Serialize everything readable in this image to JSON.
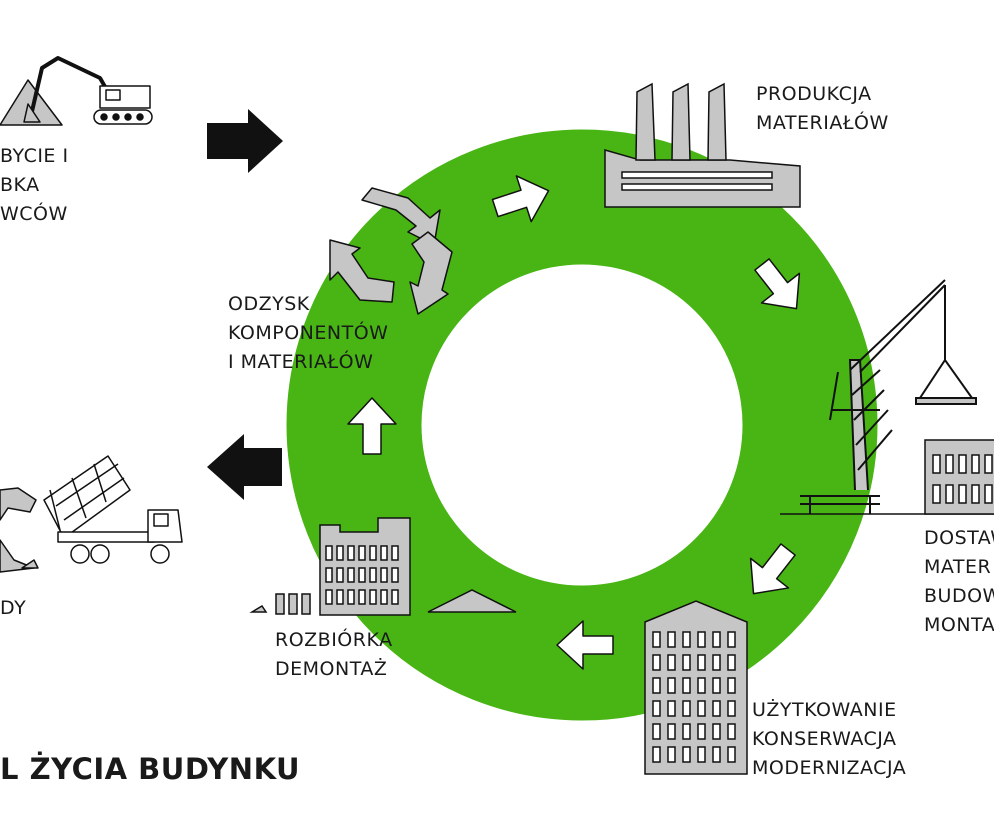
{
  "title": "L ŻYCIA BUDYNKU",
  "labels": {
    "extraction": [
      "BYCIE I",
      "BKA",
      "WCÓW"
    ],
    "production": [
      "PRODUKCJA",
      "MATERIAŁÓW"
    ],
    "recovery": [
      "ODZYSK",
      "KOMPONENTÓW",
      "I MATERIAŁÓW"
    ],
    "delivery": [
      "DOSTAW",
      "MATER",
      "BUDOW",
      "MONTA"
    ],
    "usage": [
      "UŻYTKOWANIE",
      "KONSERWACJA",
      "MODERNIZACJA"
    ],
    "demolition": [
      "ROZBIÓRKA",
      "DEMONTAŻ"
    ],
    "waste": [
      "DY"
    ]
  },
  "colors": {
    "ring": "#48b514",
    "icon_gray": "#c6c6c6",
    "outline": "#1a1a1a",
    "arrow_dark": "#111111"
  },
  "icons": [
    "excavator-icon",
    "factory-icon",
    "recycle-icon",
    "crane-icon",
    "building-icon",
    "dump-truck-icon"
  ]
}
